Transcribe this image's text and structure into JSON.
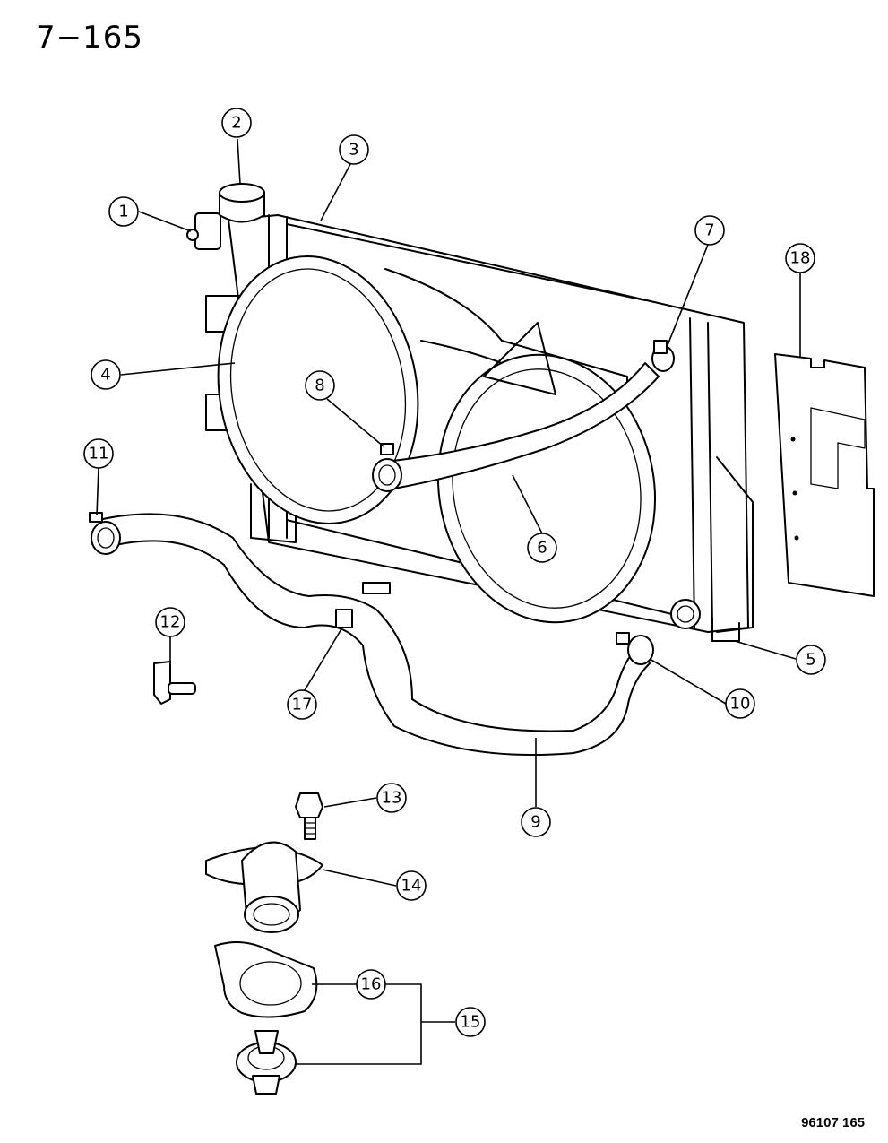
{
  "page": {
    "title": "7−165",
    "footer_code": "96107  165"
  },
  "callouts": [
    {
      "id": "c1",
      "label": "1"
    },
    {
      "id": "c2",
      "label": "2"
    },
    {
      "id": "c3",
      "label": "3"
    },
    {
      "id": "c4",
      "label": "4"
    },
    {
      "id": "c5",
      "label": "5"
    },
    {
      "id": "c6",
      "label": "6"
    },
    {
      "id": "c7",
      "label": "7"
    },
    {
      "id": "c8",
      "label": "8"
    },
    {
      "id": "c9",
      "label": "9"
    },
    {
      "id": "c10",
      "label": "10"
    },
    {
      "id": "c11",
      "label": "11"
    },
    {
      "id": "c12",
      "label": "12"
    },
    {
      "id": "c13",
      "label": "13"
    },
    {
      "id": "c14",
      "label": "14"
    },
    {
      "id": "c15",
      "label": "15"
    },
    {
      "id": "c16",
      "label": "16"
    },
    {
      "id": "c17",
      "label": "17"
    },
    {
      "id": "c18",
      "label": "18"
    }
  ]
}
